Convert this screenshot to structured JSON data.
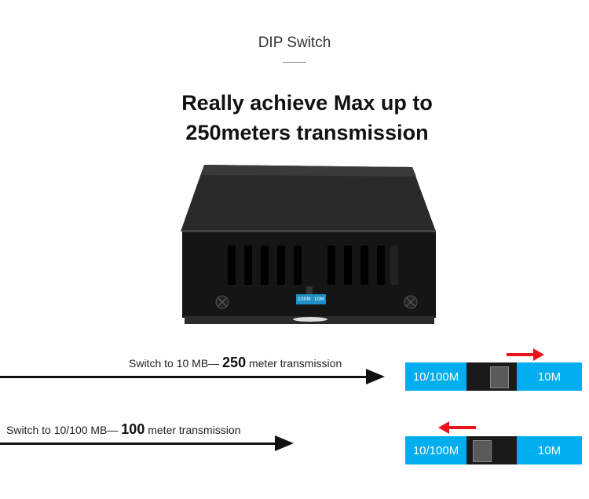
{
  "section": {
    "title": "DIP Switch"
  },
  "headline": {
    "line1": "Really achieve Max up to",
    "line2": "250meters transmission"
  },
  "device": {
    "dip_left": "100M",
    "dip_right": "10M"
  },
  "row1": {
    "prefix": "Switch to 10 MB— ",
    "highlight": "250",
    "suffix": " meter transmission",
    "switch_left": "10/100M",
    "switch_right": "10M",
    "arrow_direction": "right"
  },
  "row2": {
    "prefix": "Switch to 10/100 MB— ",
    "highlight": "100",
    "suffix": " meter  transmission",
    "switch_left": "10/100M",
    "switch_right": "10M",
    "arrow_direction": "left"
  },
  "colors": {
    "accent": "#00aeef",
    "arrow": "#e8141c",
    "text": "#111111"
  }
}
